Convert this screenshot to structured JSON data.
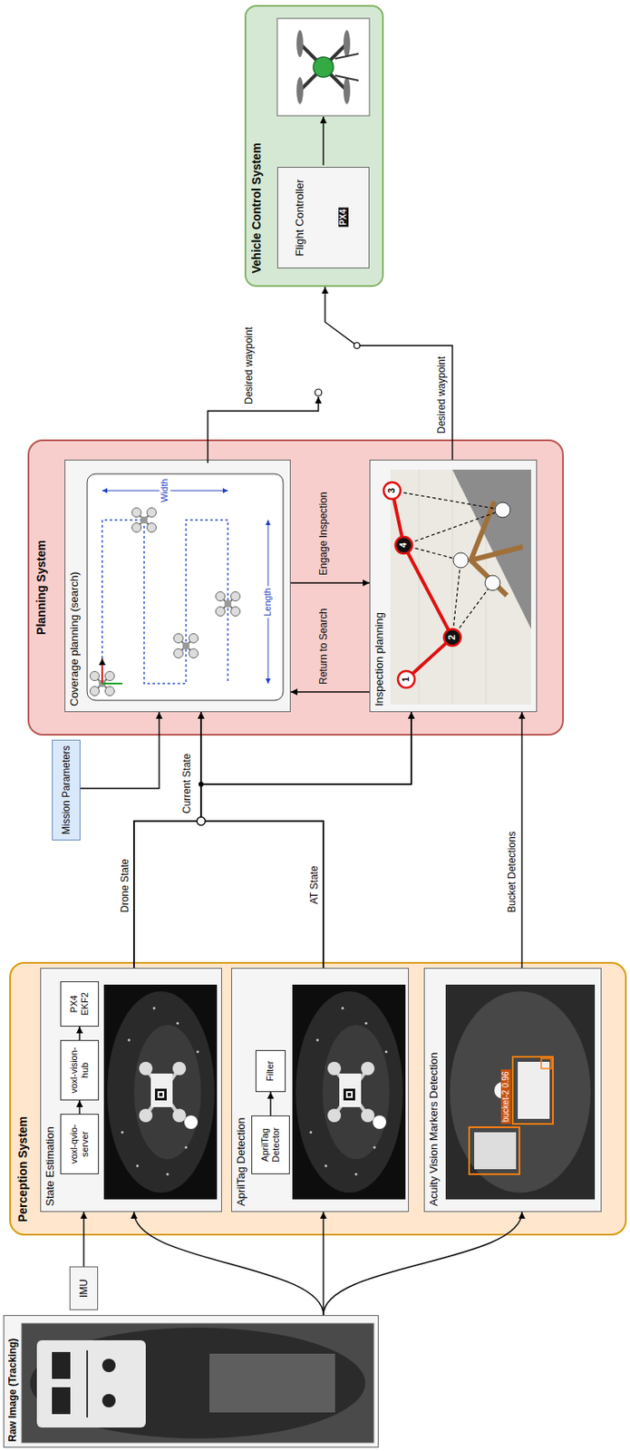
{
  "diagram": {
    "nodes": [
      {
        "text": [
          "Raw Image (Tracking)"
        ]
      },
      {
        "text": [
          "IMU"
        ]
      },
      {
        "text": [
          "Perception System"
        ]
      },
      {
        "text": [
          "State Estimation"
        ],
        "in": 2
      },
      {
        "text": [
          "voxl-qvio-server"
        ],
        "in": 3
      },
      {
        "text": [
          "voxl-vision-hub"
        ],
        "in": 3
      },
      {
        "text": [
          "PX4 EKF2"
        ],
        "in": 3
      },
      {
        "text": [
          "AprilTag Detection"
        ],
        "in": 2
      },
      {
        "text": [
          "AprilTag Detector"
        ],
        "in": 7
      },
      {
        "text": [
          "Filter"
        ],
        "in": 7
      },
      {
        "text": [
          "Acuity Vision Markers Detection"
        ],
        "in": 2
      },
      {
        "text": [
          "Mission Parameters"
        ]
      },
      {
        "text": [
          "Planning System"
        ]
      },
      {
        "text": [
          "Coverage planning (search)"
        ],
        "in": 12
      },
      {
        "text": [
          "Inspection planning"
        ],
        "in": 12
      },
      {
        "text": [
          "Vehicle Control System"
        ]
      },
      {
        "text": [
          "Flight Controller"
        ],
        "in": 15
      }
    ],
    "edges": [
      {
        "from": 1,
        "to": 3,
        "arrow": "to"
      },
      {
        "from": 0,
        "to": 3,
        "arrow": "to"
      },
      {
        "from": 0,
        "to": 7,
        "arrow": "to"
      },
      {
        "from": 0,
        "to": 10,
        "arrow": "to"
      },
      {
        "from": 4,
        "to": 5,
        "arrow": "to"
      },
      {
        "from": 5,
        "to": 6,
        "arrow": "to"
      },
      {
        "from": 8,
        "to": 9,
        "arrow": "to"
      },
      {
        "from": 3,
        "to": 13,
        "label": "Drone State",
        "arrow": "to"
      },
      {
        "from": 3,
        "to": 14,
        "arrow": "to"
      },
      {
        "from": 7,
        "to": 13,
        "label": "AT State",
        "arrow": "to"
      },
      {
        "from": 7,
        "to": 14,
        "arrow": "to"
      },
      {
        "from": 10,
        "to": 14,
        "label": "Bucket Detections",
        "arrow": "to"
      },
      {
        "from": 11,
        "to": 13,
        "arrow": "to"
      },
      {
        "from": 13,
        "to": 14,
        "label": "Engage Inspection",
        "arrow": "to"
      },
      {
        "from": 14,
        "to": 13,
        "label": "Return to Search",
        "arrow": "to"
      },
      {
        "from": 14,
        "to": 15,
        "arrow": "to"
      }
    ],
    "labels": [
      "Current State",
      "Desired waypoint",
      "Desired waypoint",
      "Length",
      "Width",
      "1",
      "2",
      "3",
      "4",
      "bucket-2 0.96",
      "PX4"
    ]
  }
}
